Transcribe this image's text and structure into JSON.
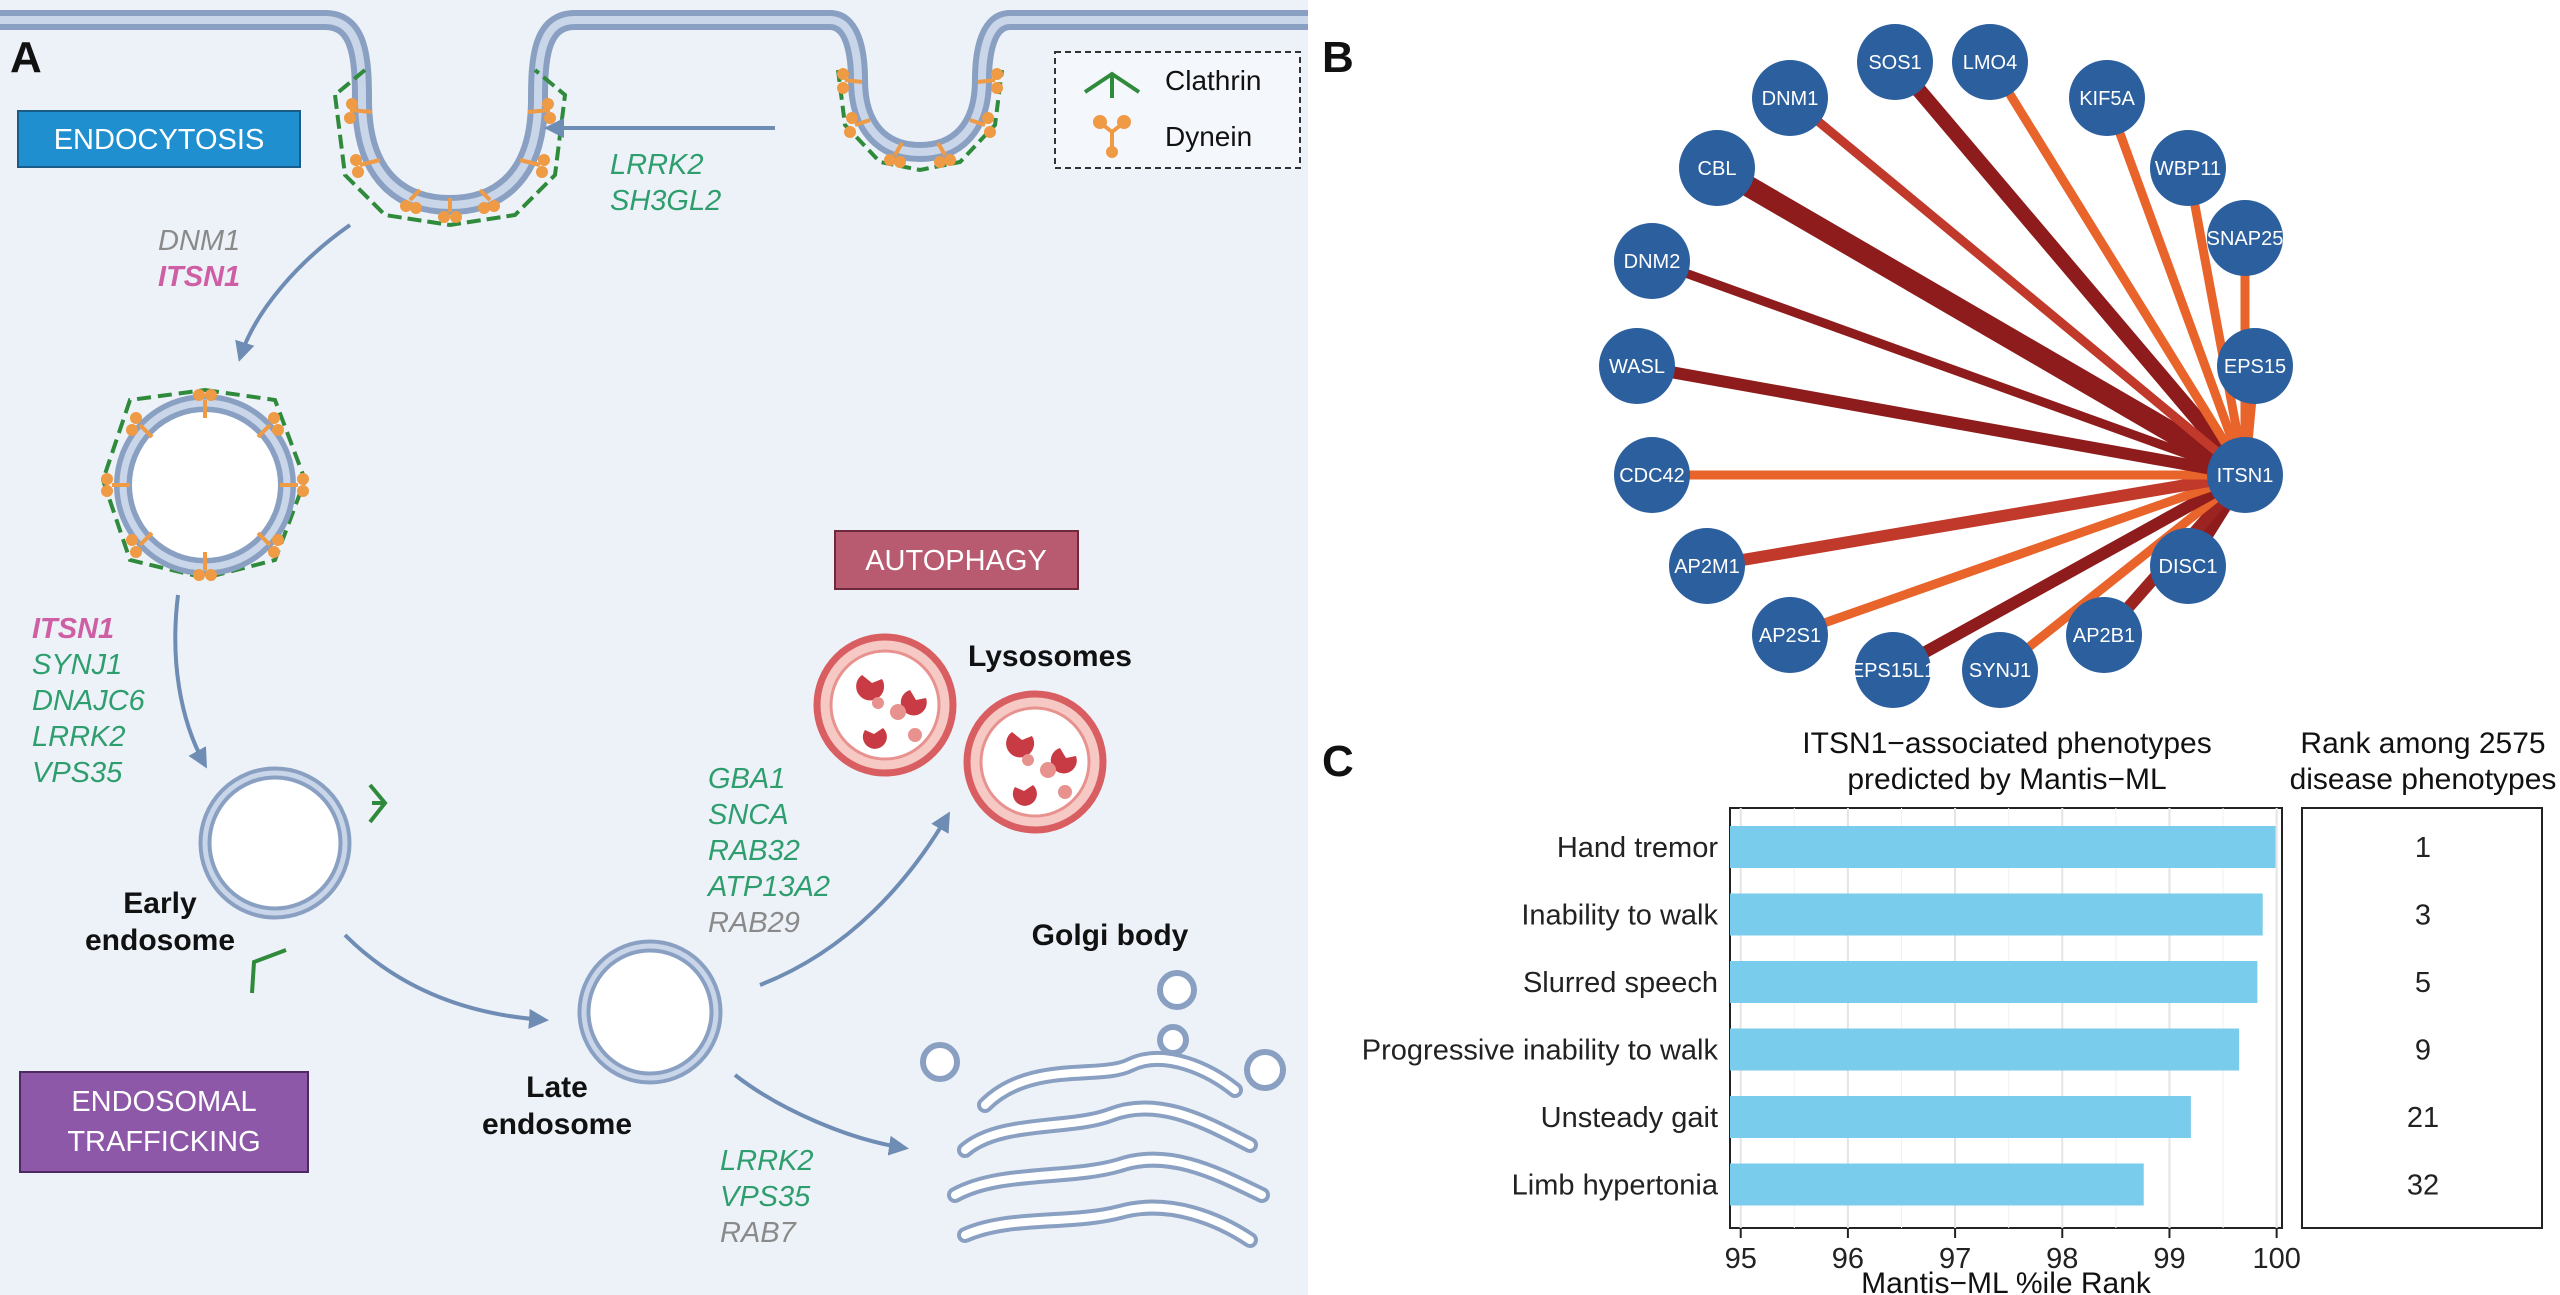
{
  "colors": {
    "panel_bg": "#edf2f8",
    "green": "#2e9e6e",
    "pink": "#cf5fa4",
    "gray": "#8a8a8a",
    "membrane": "#9fb2cf",
    "arrow": "#6f8cb4",
    "clathrin": "#2f8a3c",
    "dynein": "#ef9a44",
    "endocytosis_box": "#1f8fd0",
    "autophagy_box": "#b85a70",
    "trafficking_box": "#8e58a9",
    "node": "#2c5f9e",
    "bar": "#79cceb",
    "lysosome": "#d85e62"
  },
  "panel_a": {
    "label": "A",
    "endocytosis": "ENDOCYTOSIS",
    "autophagy": "AUTOPHAGY",
    "endosomal_1": "ENDOSOMAL",
    "endosomal_2": "TRAFFICKING",
    "legend": {
      "clathrin": "Clathrin",
      "dynein": "Dynein"
    },
    "genes_top": [
      "LRRK2",
      "SH3GL2"
    ],
    "genes_vesicle": [
      {
        "name": "DNM1",
        "kind": "gray"
      },
      {
        "name": "ITSN1",
        "kind": "pink"
      }
    ],
    "genes_early": [
      {
        "name": "ITSN1",
        "kind": "pink"
      },
      {
        "name": "SYNJ1",
        "kind": "green"
      },
      {
        "name": "DNAJC6",
        "kind": "green"
      },
      {
        "name": "LRRK2",
        "kind": "green"
      },
      {
        "name": "VPS35",
        "kind": "green"
      }
    ],
    "genes_lyso": [
      {
        "name": "GBA1",
        "kind": "green"
      },
      {
        "name": "SNCA",
        "kind": "green"
      },
      {
        "name": "RAB32",
        "kind": "green"
      },
      {
        "name": "ATP13A2",
        "kind": "green"
      },
      {
        "name": "RAB29",
        "kind": "gray"
      }
    ],
    "genes_golgi": [
      {
        "name": "LRRK2",
        "kind": "green"
      },
      {
        "name": "VPS35",
        "kind": "green"
      },
      {
        "name": "RAB7",
        "kind": "gray"
      }
    ],
    "early_1": "Early",
    "early_2": "endosome",
    "late_1": "Late",
    "late_2": "endosome",
    "lysosomes": "Lysosomes",
    "golgi": "Golgi body"
  },
  "panel_b": {
    "label": "B",
    "hub": "ITSN1",
    "nodes": [
      {
        "name": "SOS1",
        "weight": 4,
        "color": "#8e1c1c"
      },
      {
        "name": "LMO4",
        "weight": 2,
        "color": "#e8642a"
      },
      {
        "name": "KIF5A",
        "weight": 2,
        "color": "#e8642a"
      },
      {
        "name": "WBP11",
        "weight": 2,
        "color": "#e8642a"
      },
      {
        "name": "SNAP25",
        "weight": 2,
        "color": "#e8642a"
      },
      {
        "name": "EPS15",
        "weight": 2,
        "color": "#e8642a"
      },
      {
        "name": "DISC1",
        "weight": 3,
        "color": "#8e1c1c"
      },
      {
        "name": "AP2B1",
        "weight": 3,
        "color": "#9c2420"
      },
      {
        "name": "SYNJ1",
        "weight": 2,
        "color": "#e8642a"
      },
      {
        "name": "EPS15L1",
        "weight": 3,
        "color": "#8e1c1c"
      },
      {
        "name": "AP2S1",
        "weight": 2,
        "color": "#e8642a"
      },
      {
        "name": "AP2M1",
        "weight": 3,
        "color": "#c0392b"
      },
      {
        "name": "CDC42",
        "weight": 2,
        "color": "#e8642a"
      },
      {
        "name": "WASL",
        "weight": 3,
        "color": "#8e1c1c"
      },
      {
        "name": "DNM2",
        "weight": 2,
        "color": "#8e1c1c"
      },
      {
        "name": "CBL",
        "weight": 6,
        "color": "#8e1c1c"
      },
      {
        "name": "DNM1",
        "weight": 2,
        "color": "#c0392b"
      }
    ]
  },
  "panel_c": {
    "label": "C",
    "title_1": "ITSN1−associated phenotypes",
    "title_2": "predicted by Mantis−ML",
    "rank_title_1": "Rank among 2575",
    "rank_title_2": "disease phenotypes",
    "xlabel": "Mantis−ML %ile Rank",
    "xlim": [
      94.9,
      100.05
    ],
    "xticks": [
      95,
      96,
      97,
      98,
      99,
      100
    ]
  },
  "chart_data": {
    "type": "bar",
    "orientation": "horizontal",
    "title": "ITSN1−associated phenotypes predicted by Mantis−ML",
    "xlabel": "Mantis−ML %ile Rank",
    "xlim": [
      94.9,
      100.05
    ],
    "categories": [
      "Hand tremor",
      "Inability to walk",
      "Slurred speech",
      "Progressive inability to walk",
      "Unsteady gait",
      "Limb hypertonia"
    ],
    "values": [
      99.99,
      99.87,
      99.82,
      99.65,
      99.2,
      98.76
    ],
    "ranks": [
      "1",
      "3",
      "5",
      "9",
      "21",
      "32"
    ],
    "rank_header": "Rank among 2575 disease phenotypes"
  }
}
